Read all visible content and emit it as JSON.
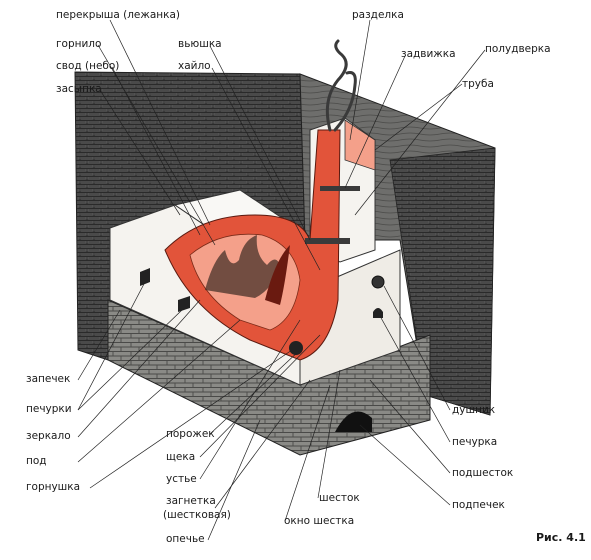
{
  "labels": {
    "perekrysha": "перекрыша (лежанка)",
    "gornilo": "горнило",
    "svod": "свод (небо)",
    "zasypka": "засыпка",
    "vyushka": "вьюшка",
    "khaylo": "хайло",
    "razdelka": "разделка",
    "zadvizhka": "задвижка",
    "poludverka": "полудверка",
    "truba": "труба",
    "zapechek": "запечек",
    "pechurki": "печурки",
    "zerkalo": "зеркало",
    "pod": "под",
    "gornushka": "горнушка",
    "porozhek": "порожек",
    "scheka": "щека",
    "ustye": "устье",
    "zagnetka_1": "загнетка",
    "zagnetka_2": "(шестковая)",
    "opechye": "опечье",
    "dushnik": "душник",
    "pechurka": "печурка",
    "podshestok": "подшесток",
    "podpechek": "подпечек",
    "shestok": "шесток",
    "okno_shestka": "окно шестка"
  },
  "figure_caption": "Рис. 4.1",
  "colors": {
    "brick_dark": "#3a3a3a",
    "fire_red": "#e2543a",
    "fire_light": "#f4a08a",
    "lime_white": "#f5f3ef"
  }
}
